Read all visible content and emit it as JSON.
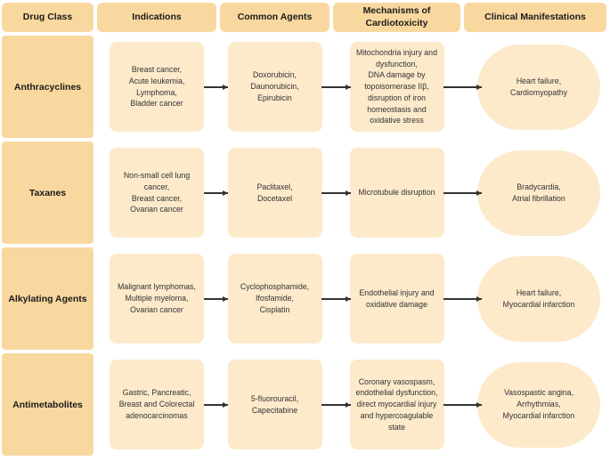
{
  "diagram": {
    "columns": [
      "Drug Class",
      "Indications",
      "Common Agents",
      "Mechanisms of\nCardiotoxicity",
      "Clinical Manifestations"
    ],
    "rows": [
      {
        "drug_class": "Anthracyclines",
        "indications": "Breast cancer,\nAcute leukemia,\nLymphoma,\nBladder cancer",
        "common_agents": "Doxorubicin,\nDaunorubicin,\nEpirubicin",
        "mechanisms": "Mitochondria injury and\ndysfunction,\nDNA damage by\ntopoisomerase IIβ,\ndisruption of iron\nhomeostasis and\noxidative stress",
        "clinical_manifestations": "Heart failure,\nCardiomyopathy"
      },
      {
        "drug_class": "Taxanes",
        "indications": "Non-small cell lung\ncancer,\nBreast cancer,\nOvarian cancer",
        "common_agents": "Paclitaxel,\nDocetaxel",
        "mechanisms": "Microtubule disruption",
        "clinical_manifestations": "Bradycardia,\nAtrial fibrillation"
      },
      {
        "drug_class": "Alkylating Agents",
        "indications": "Malignant lymphomas,\nMultiple myeloma,\nOvarian cancer",
        "common_agents": "Cyclophosphamide,\nIfosfamide,\nCisplatin",
        "mechanisms": "Endothelial injury and\noxidative damage",
        "clinical_manifestations": "Heart failure,\nMyocardial infarction"
      },
      {
        "drug_class": "Antimetabolites",
        "indications": "Gastric, Pancreatic,\nBreast and Colorectal\nadenocarcinomas",
        "common_agents": "5-fluorouracil,\nCapecitabine",
        "mechanisms": "Coronary vasospasm,\nendothelial dysfunction,\ndirect myocardial injury\nand hypercoagulable\nstate",
        "clinical_manifestations": "Vasospastic angina,\nArrhythmias,\nMyocardial infarction"
      }
    ],
    "colors": {
      "header_fill": "#F9D89F",
      "box_fill": "#FCEACB",
      "arrow": "#333333",
      "heading_text": "#1a1a1a",
      "body_text": "#333333",
      "background": "#FFFFFF"
    }
  }
}
